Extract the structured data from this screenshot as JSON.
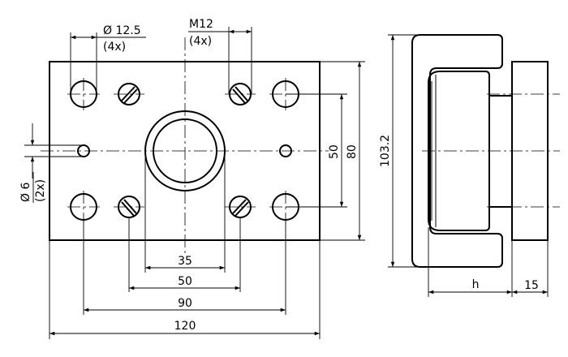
{
  "drawing": {
    "front_view": {
      "dims": {
        "hole_large": {
          "label": "Ø 12.5",
          "qty": "(4x)"
        },
        "thread": {
          "label": "M12",
          "qty": "(4x)"
        },
        "hole_small": {
          "label": "Ø 6",
          "qty": "(2x)"
        },
        "d35": "35",
        "d50_bottom": "50",
        "d90": "90",
        "d120": "120",
        "d50_side": "50",
        "d80": "80"
      }
    },
    "side_view": {
      "dims": {
        "height": "103.2",
        "h": "h",
        "d15": "15"
      }
    }
  }
}
